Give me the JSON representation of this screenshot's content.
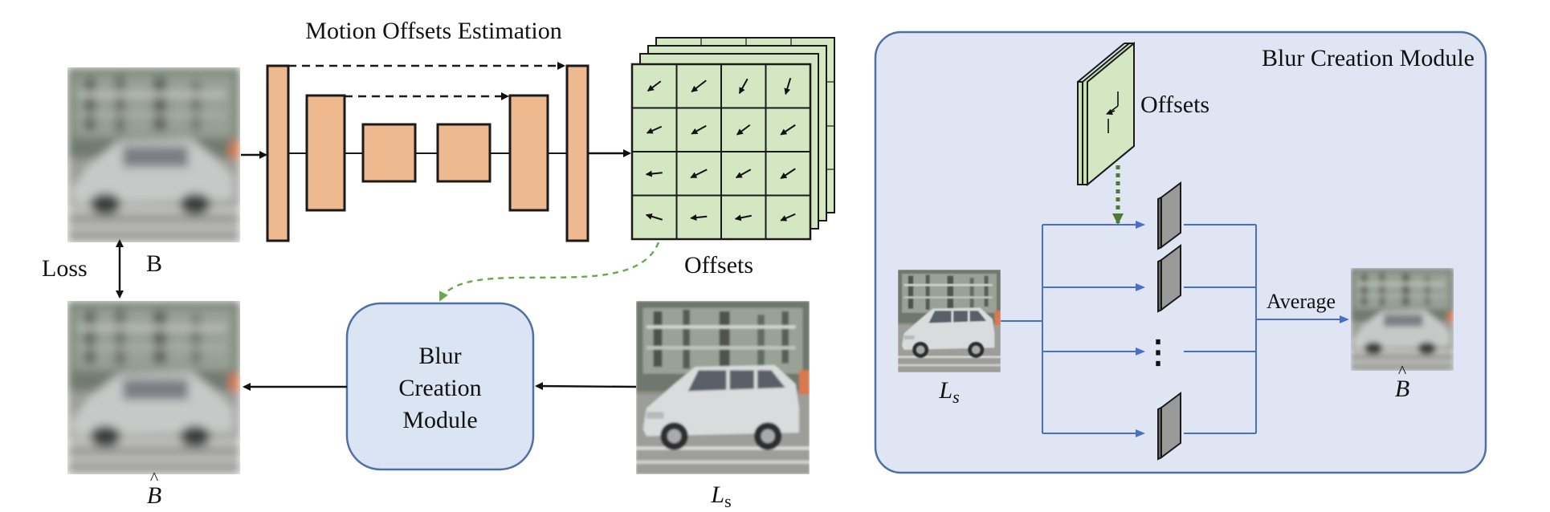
{
  "left_panel": {
    "encoder_title": "Motion Offsets Estimation",
    "offsets_label": "Offsets",
    "loss_label": "Loss",
    "blurred_input_label": "B",
    "output_label_base": "B",
    "output_label_hat": "^",
    "sharp_input_label_base": "L",
    "sharp_input_label_sub": "s",
    "module_box_lines": [
      "Blur",
      "Creation",
      "Module"
    ]
  },
  "right_panel": {
    "title": "Blur Creation Module",
    "offsets_label": "Offsets",
    "average_label": "Average",
    "input_label_base": "L",
    "input_label_sub": "s",
    "output_label_base": "B",
    "output_label_hat": "^",
    "ellipsis": "⋮"
  },
  "colors": {
    "unet_block": "#eeb98e",
    "offset_grid": "#d4e7c3",
    "module_box": "#dbe4f3",
    "module_border": "#4e70a8",
    "panel_bg": "#dfe5f3",
    "flow_arrow": "#4a70c4",
    "green_dotted": "#5e9a3a",
    "dark_green_dotted": "#4d7a33"
  },
  "icons": {
    "offset_arrows": "arrow-glyph-grid",
    "kernel_plates": "kernel-plate-icon"
  }
}
